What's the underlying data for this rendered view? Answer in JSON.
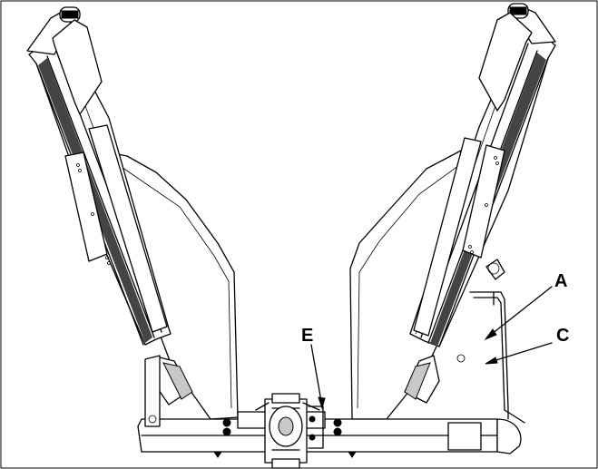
{
  "callouts": {
    "a": "A",
    "c": "C",
    "e": "E"
  }
}
